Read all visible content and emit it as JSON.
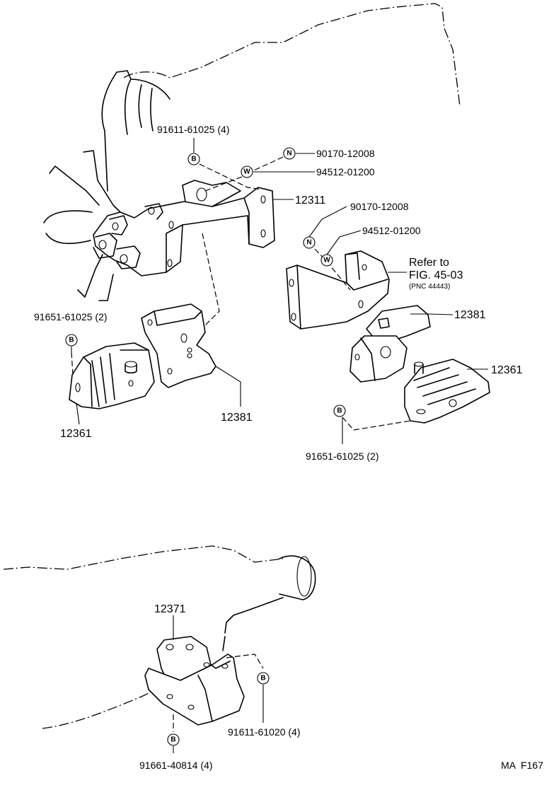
{
  "callouts": {
    "bolt_upper": "91611-61025 (4)",
    "nut_left": "90170-12008",
    "washer_left": "94512-01200",
    "bracket_main": "12311",
    "nut_right": "90170-12008",
    "washer_right": "94512-01200",
    "refer_1": "Refer to",
    "refer_2": "FIG. 45-03",
    "refer_3": "(PNC 44443)",
    "insulator_right_upper": "12381",
    "insulator_right": "12361",
    "bolt_right": "91651-61025 (2)",
    "bolt_left": "91651-61025 (2)",
    "insulator_left": "12361",
    "insulator_left_upper": "12381",
    "rear_mount": "12371",
    "bolt_rear_right": "91611-61020 (4)",
    "bolt_rear_bottom": "91661-40814 (4)"
  },
  "markers": {
    "bolt": "B",
    "nut": "N",
    "washer": "W"
  },
  "footer": {
    "code": "MA  F167"
  }
}
